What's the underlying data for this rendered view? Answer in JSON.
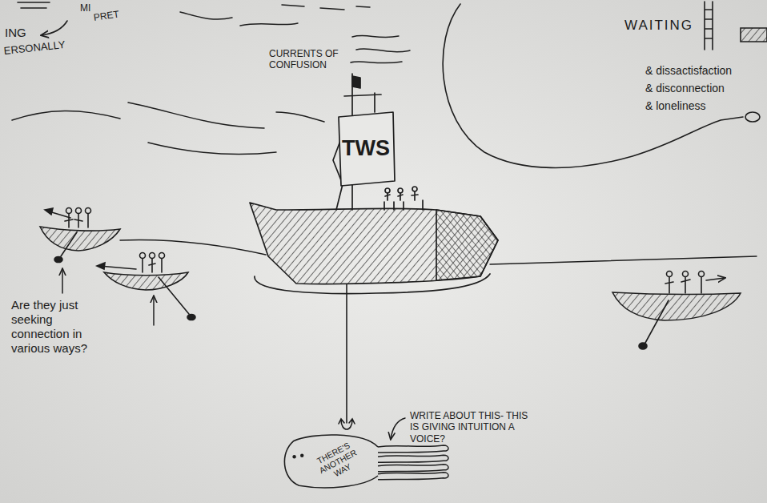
{
  "diagram": {
    "nodes": [
      {
        "text": [
          "TWS"
        ]
      },
      {
        "text": [
          "THERE'S ANOTHER WAY"
        ]
      }
    ],
    "labels": [
      "ING",
      "ERSONALLY",
      "MI",
      "PRET",
      "CURRENTS OF CONFUSION",
      "WAITING",
      "& dissactisfaction",
      "& disconnection",
      "& loneliness",
      "Are they just seeking connection in various ways?",
      "WRITE ABOUT THIS- THIS IS GIVING INTUITION A VOICE?"
    ]
  }
}
